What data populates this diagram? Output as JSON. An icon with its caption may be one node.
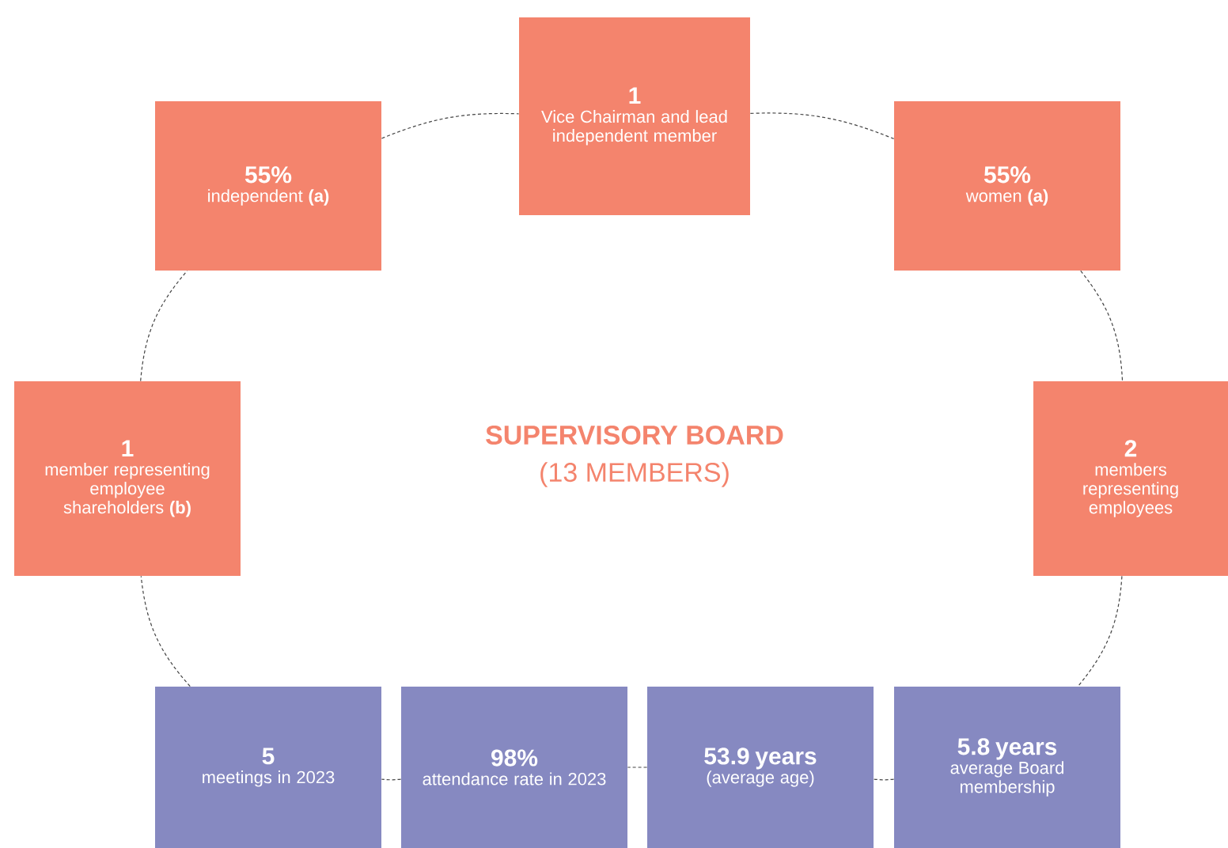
{
  "diagram": {
    "title": "SUPERVISORY BOARD",
    "nodes": [
      {
        "text": [
          "1",
          "Vice Chairman and lead independent member"
        ]
      },
      {
        "text": [
          "55%",
          "independent **(a)**"
        ]
      },
      {
        "text": [
          "55%",
          "women **(a)**"
        ]
      },
      {
        "text": [
          "1",
          "member representing employee shareholders **(b)**"
        ]
      },
      {
        "text": [
          "2",
          "members representing employees"
        ]
      },
      {
        "text": [
          "5",
          "meetings in 2023"
        ]
      },
      {
        "text": [
          "98%",
          "attendance rate in 2023"
        ]
      },
      {
        "text": [
          "53.9 years",
          "(average age)"
        ]
      },
      {
        "text": [
          "5.8 years",
          "average Board membership"
        ]
      }
    ],
    "edges": [
      {
        "from": 1,
        "to": 0,
        "arrow": "none",
        "style": "dashed"
      },
      {
        "from": 0,
        "to": 2,
        "arrow": "none",
        "style": "dashed"
      },
      {
        "from": 2,
        "to": 4,
        "arrow": "none",
        "style": "dashed"
      },
      {
        "from": 4,
        "to": 8,
        "arrow": "none",
        "style": "dashed"
      },
      {
        "from": 8,
        "to": 7,
        "arrow": "none",
        "style": "dashed"
      },
      {
        "from": 7,
        "to": 6,
        "arrow": "none",
        "style": "dashed"
      },
      {
        "from": 6,
        "to": 5,
        "arrow": "none",
        "style": "dashed"
      },
      {
        "from": 5,
        "to": 3,
        "arrow": "none",
        "style": "dashed"
      },
      {
        "from": 3,
        "to": 1,
        "arrow": "none",
        "style": "dashed"
      }
    ],
    "labels": [
      "(13 MEMBERS)"
    ]
  }
}
